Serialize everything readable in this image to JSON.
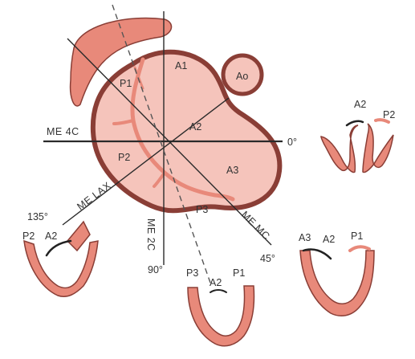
{
  "colors": {
    "valve_fill": "#f5c4bb",
    "leaflet_fill": "#e8897a",
    "outline": "#8a3e36",
    "line": "#2a2a2a",
    "text": "#333333",
    "background": "#ffffff"
  },
  "main_view": {
    "scallops": {
      "a1": "A1",
      "a2": "A2",
      "a3": "A3",
      "p1": "P1",
      "p2": "P2",
      "p3": "P3"
    },
    "aorta_label": "Ao"
  },
  "planes": {
    "me_4c": "ME 4C",
    "me_lax": "ME LAX",
    "me_2c": "ME 2C",
    "me_mc": "ME MC"
  },
  "angles": {
    "deg_0": "0°",
    "deg_45": "45°",
    "deg_90": "90°",
    "deg_135": "135°"
  },
  "views": {
    "four_chamber": {
      "left": "A2",
      "right": "P2"
    },
    "lax": {
      "left": "P2",
      "right": "A2"
    },
    "two_chamber": {
      "left": "P3",
      "center": "A2",
      "right": "P1"
    },
    "commissural": {
      "left": "A3",
      "center": "A2",
      "right": "P1"
    }
  }
}
